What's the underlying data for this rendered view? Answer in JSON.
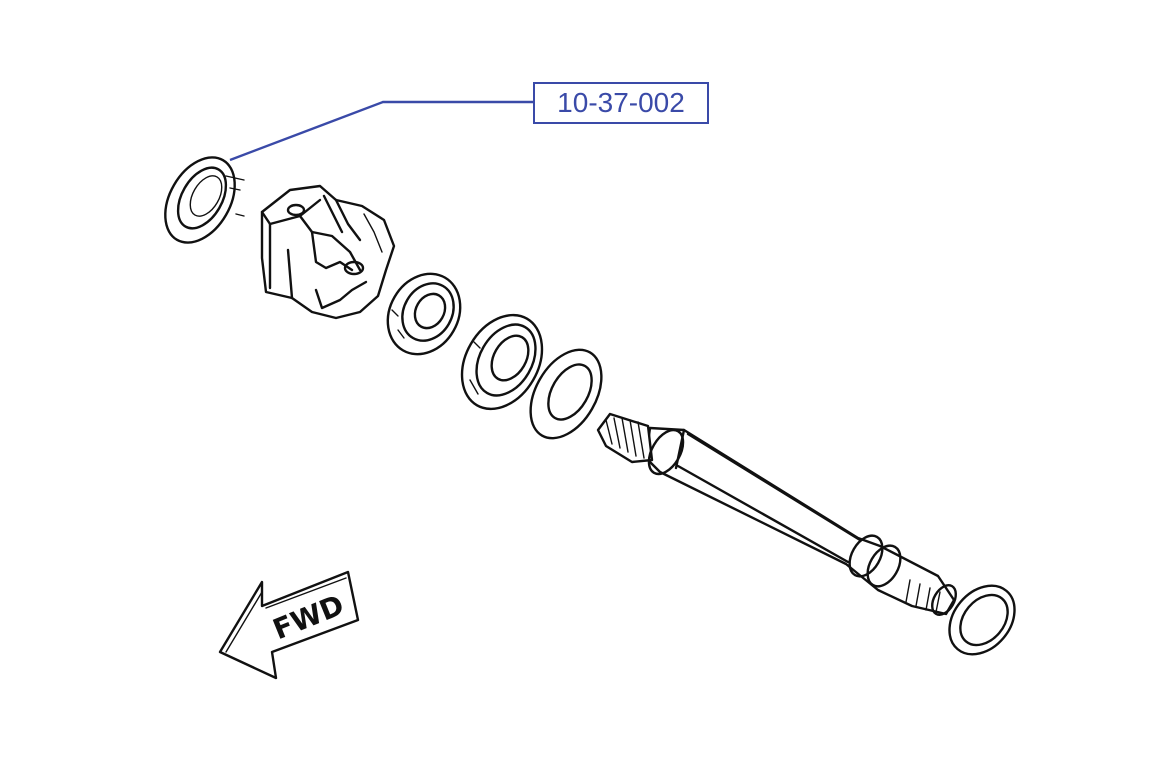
{
  "callout": {
    "part_number": "10-37-002",
    "line_color": "#3a4aa8"
  },
  "direction_marker": {
    "label": "FWD",
    "icon": "arrow-left-icon"
  },
  "parts": [
    "oil-seal",
    "shift-cam-housing",
    "ball-bearing",
    "spacer-ring",
    "thrust-washer",
    "splined-shaft",
    "end-washer"
  ]
}
